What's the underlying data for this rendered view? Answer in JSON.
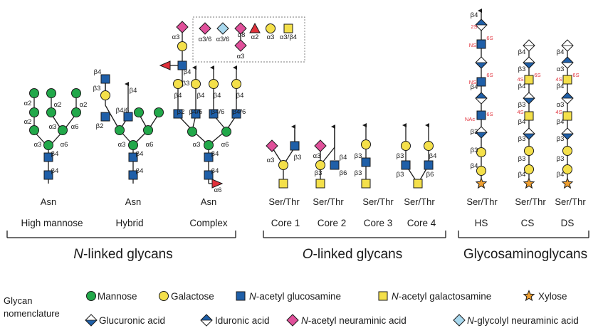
{
  "root_labels": {
    "asn": "Asn",
    "ser_thr": "Ser/Thr"
  },
  "linkages": {
    "a2": "α2",
    "a3": "α3",
    "a6": "α6",
    "a8": "α8",
    "b2": "β2",
    "b3": "β3",
    "b4": "β4",
    "b6": "β6",
    "b46": "β4/6",
    "a36": "α3/6",
    "a3b4": "α3/β4"
  },
  "sulfation": {
    "s2": "2S",
    "s6": "6S",
    "ns": "NS",
    "s4": "4S",
    "nac": "NAc"
  },
  "nlinked": {
    "types": [
      "High mannose",
      "Hybrid",
      "Complex"
    ],
    "title_italic": "N",
    "title_rest": "-linked glycans"
  },
  "olinked": {
    "types": [
      "Core 1",
      "Core 2",
      "Core 3",
      "Core 4"
    ],
    "title_italic": "O",
    "title_rest": "-linked glycans"
  },
  "gag": {
    "types": [
      "HS",
      "CS",
      "DS"
    ],
    "title": "Glycosaminoglycans"
  },
  "legend": {
    "heading_line1": "Glycan",
    "heading_line2": "nomenclature",
    "row1": [
      {
        "label": "Mannose",
        "symbol": "green-circle"
      },
      {
        "label": "Galactose",
        "symbol": "yellow-circle"
      },
      {
        "label": "N-acetyl glucosamine",
        "symbol": "blue-square",
        "italic_prefix": "N",
        "rest": "-acetyl glucosamine"
      },
      {
        "label": "N-acetyl galactosamine",
        "symbol": "yellow-square",
        "italic_prefix": "N",
        "rest": "-acetyl galactosamine"
      },
      {
        "label": "Xylose",
        "symbol": "orange-star"
      }
    ],
    "row2": [
      {
        "label": "Glucuronic acid",
        "symbol": "half-diamond-top-white"
      },
      {
        "label": "Iduronic acid",
        "symbol": "half-diamond-top-blue"
      },
      {
        "label": "N-acetyl neuraminic acid",
        "symbol": "pink-diamond",
        "italic_prefix": "N",
        "rest": "-acetyl neuraminic acid"
      },
      {
        "label": "N-glycolyl neuraminic acid",
        "symbol": "light-blue-diamond",
        "italic_prefix": "N",
        "rest": "-glycolyl neuraminic acid"
      }
    ]
  },
  "colors": {
    "mannose": "#22a84a",
    "galactose": "#f4e04a",
    "glcnac": "#1f5fa8",
    "galnac": "#f4e04a",
    "xylose": "#f0a030",
    "neuac": "#e0509a",
    "neugc": "#a8d8ee",
    "fucose": "#e0303a",
    "sulfate_text": "#e0303a"
  }
}
